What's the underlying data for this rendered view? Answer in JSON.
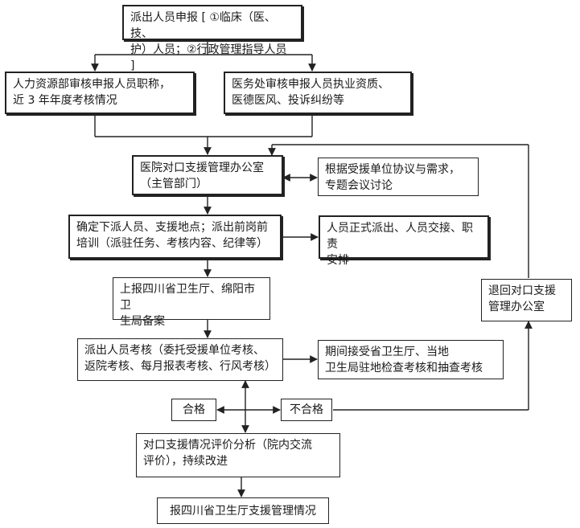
{
  "flow": {
    "b1": "派出人员申报 [ ①临床（医、技、\n护）人员；②行政管理指导人员 ]",
    "b2": "人力资源部审核申报人员职称，\n近 3 年年度考核情况",
    "b3": "医务处审核申报人员执业资质、\n医德医风、投诉纠纷等",
    "b4": "医院对口支援管理办公室\n（主管部门）",
    "b5": "根据受援单位协议与需求，\n专题会议讨论",
    "b6": "确定下派人员、支援地点；派出前岗前\n培训（派驻任务、考核内容、纪律等）",
    "b7": "人员正式派出、人员交接、职责\n安排",
    "b8": "上报四川省卫生厅、绵阳市卫\n生局备案",
    "b9": "派出人员考核（委托受援单位考核、\n返院考核、每月报表考核、行风考核）",
    "b10": "期间接受省卫生厅、当地\n卫生局驻地检查考核和抽查考核",
    "b11": "退回对口支援\n管理办公室",
    "b12": "合格",
    "b13": "不合格",
    "b14": "对口支援情况评价分析（院内交流\n评价），持续改进",
    "b15": "报四川省卫生厅支援管理情况"
  }
}
